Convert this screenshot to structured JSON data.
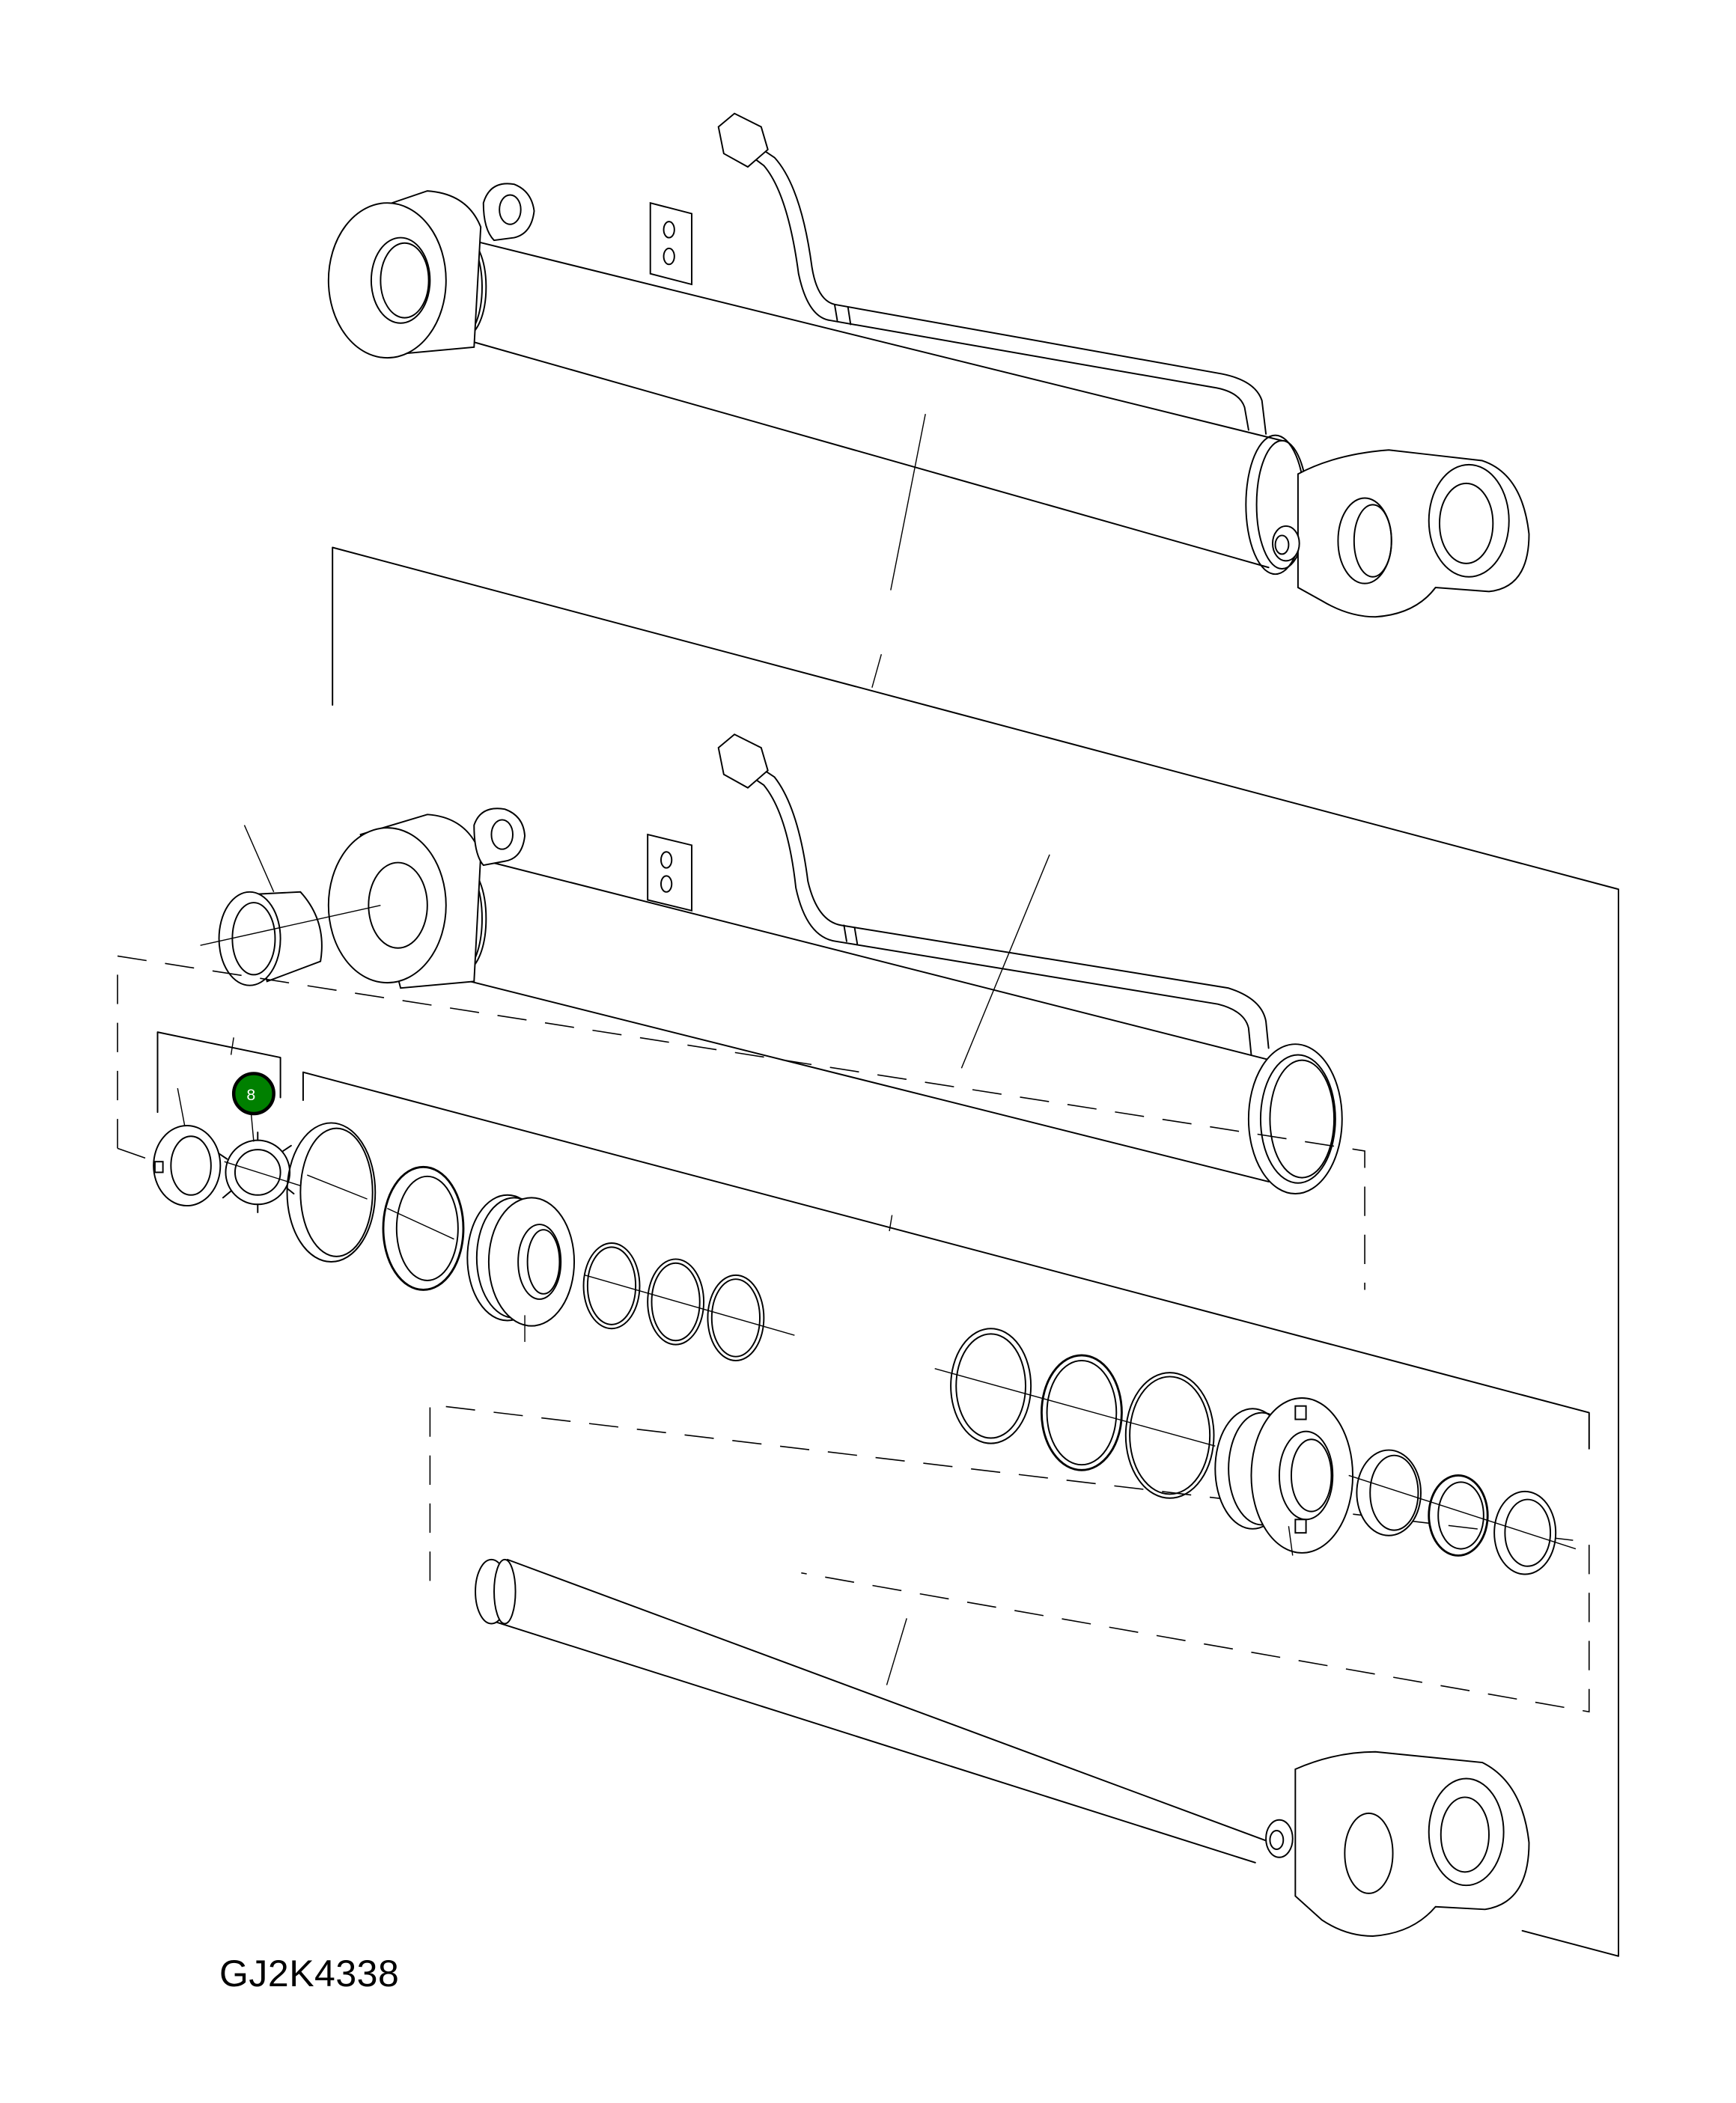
{
  "figure": {
    "id_label": "GJ2K4338",
    "type": "exploded parts diagram - hydraulic cylinder"
  },
  "callouts": [
    {
      "number": "8",
      "color": "#008000",
      "border": "#000000",
      "text_color": "#ffffff",
      "target": "lock-washer"
    }
  ],
  "assemblies": [
    {
      "name": "cylinder-assembly-complete"
    },
    {
      "name": "cylinder-tube-with-pipe"
    },
    {
      "name": "bushing"
    },
    {
      "name": "lock-nut"
    },
    {
      "name": "lock-washer"
    },
    {
      "name": "piston-ring"
    },
    {
      "name": "seal-ring"
    },
    {
      "name": "piston"
    },
    {
      "name": "o-rings"
    },
    {
      "name": "cylinder-head"
    },
    {
      "name": "head-seals"
    },
    {
      "name": "piston-rod"
    }
  ]
}
